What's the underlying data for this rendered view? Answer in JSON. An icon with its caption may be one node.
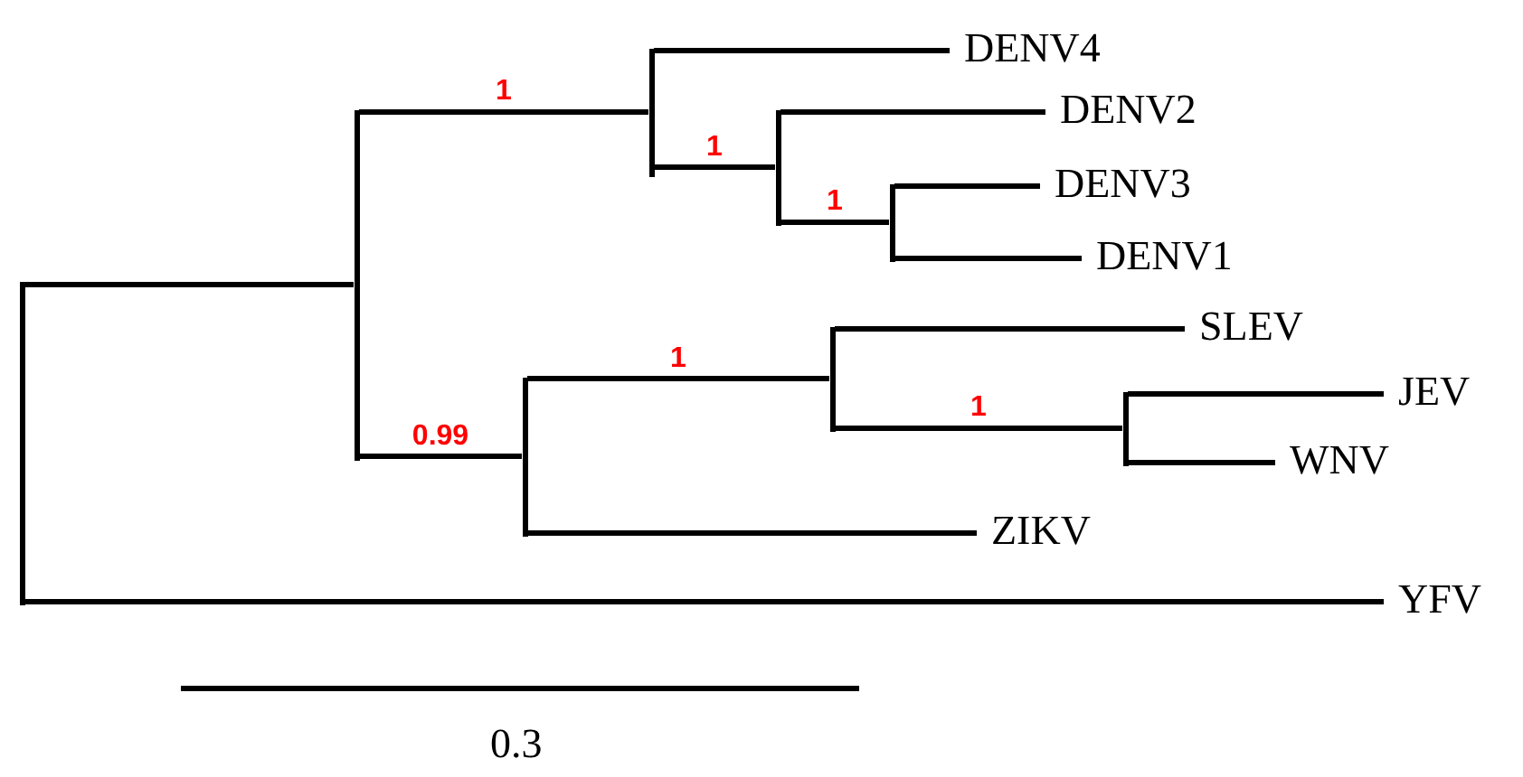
{
  "diagram": {
    "nodes": [
      {
        "text": [],
        "shape": "bar"
      },
      {
        "text": [],
        "shape": "bar"
      },
      {
        "text": [],
        "shape": "bar"
      },
      {
        "text": [
          "DENV4"
        ]
      },
      {
        "text": [],
        "shape": "bar"
      },
      {
        "text": [
          "DENV2"
        ]
      },
      {
        "text": [],
        "shape": "bar"
      },
      {
        "text": [
          "DENV3"
        ]
      },
      {
        "text": [
          "DENV1"
        ]
      },
      {
        "text": [],
        "shape": "bar"
      },
      {
        "text": [],
        "shape": "bar"
      },
      {
        "text": [
          "SLEV"
        ]
      },
      {
        "text": [],
        "shape": "bar"
      },
      {
        "text": [
          "JEV"
        ]
      },
      {
        "text": [
          "WNV"
        ]
      },
      {
        "text": [
          "ZIKV"
        ]
      },
      {
        "text": [
          "YFV"
        ]
      }
    ],
    "edges": [
      {
        "from": 0,
        "to": 1,
        "arrow": "none"
      },
      {
        "from": 0,
        "to": 16,
        "arrow": "none"
      },
      {
        "from": 1,
        "to": 2,
        "arrow": "none",
        "label": "1"
      },
      {
        "from": 1,
        "to": 9,
        "arrow": "none",
        "label": "0.99"
      },
      {
        "from": 2,
        "to": 3,
        "arrow": "none"
      },
      {
        "from": 2,
        "to": 4,
        "arrow": "none",
        "label": "1"
      },
      {
        "from": 4,
        "to": 5,
        "arrow": "none"
      },
      {
        "from": 4,
        "to": 6,
        "arrow": "none",
        "label": "1"
      },
      {
        "from": 6,
        "to": 7,
        "arrow": "none"
      },
      {
        "from": 6,
        "to": 8,
        "arrow": "none"
      },
      {
        "from": 9,
        "to": 10,
        "arrow": "none",
        "label": "1"
      },
      {
        "from": 9,
        "to": 15,
        "arrow": "none"
      },
      {
        "from": 10,
        "to": 11,
        "arrow": "none"
      },
      {
        "from": 10,
        "to": 12,
        "arrow": "none",
        "label": "1"
      },
      {
        "from": 12,
        "to": 13,
        "arrow": "none"
      },
      {
        "from": 12,
        "to": 14,
        "arrow": "none"
      }
    ],
    "labels": [
      "0.3"
    ]
  }
}
